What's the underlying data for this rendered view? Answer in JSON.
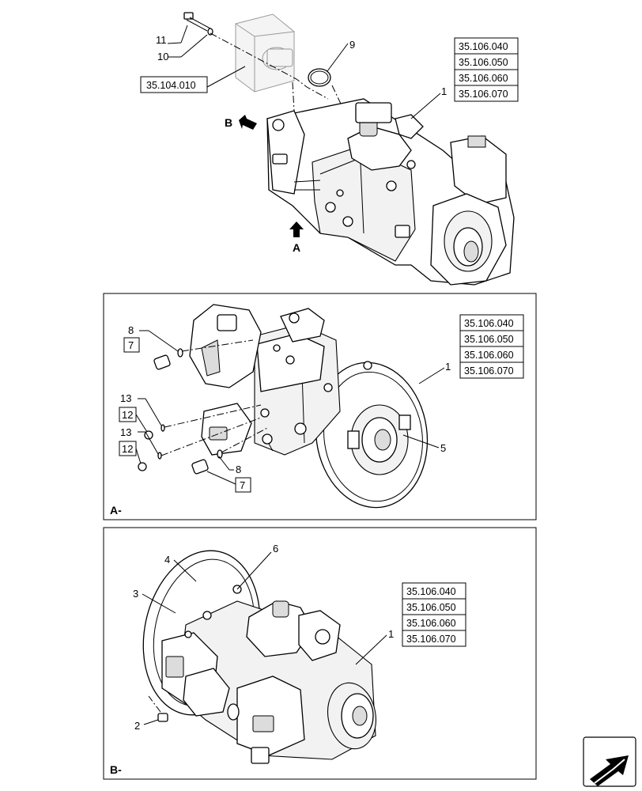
{
  "views": {
    "main": {
      "callouts": [
        "1",
        "9",
        "10",
        "11"
      ],
      "section_ref": "35.104.010",
      "ref_codes": [
        "35.106.040",
        "35.106.050",
        "35.106.060",
        "35.106.070"
      ],
      "view_arrows": [
        "A",
        "B"
      ]
    },
    "view_a": {
      "title": "A-",
      "callouts": [
        "1",
        "5",
        "8",
        "8",
        "13",
        "13"
      ],
      "boxed": [
        "7",
        "7",
        "12",
        "12"
      ],
      "ref_codes": [
        "35.106.040",
        "35.106.050",
        "35.106.060",
        "35.106.070"
      ]
    },
    "view_b": {
      "title": "B-",
      "callouts": [
        "1",
        "2",
        "3",
        "4",
        "6"
      ],
      "ref_codes": [
        "35.106.040",
        "35.106.050",
        "35.106.060",
        "35.106.070"
      ]
    }
  },
  "nav": {
    "icon": "next-page-arrow-icon"
  }
}
